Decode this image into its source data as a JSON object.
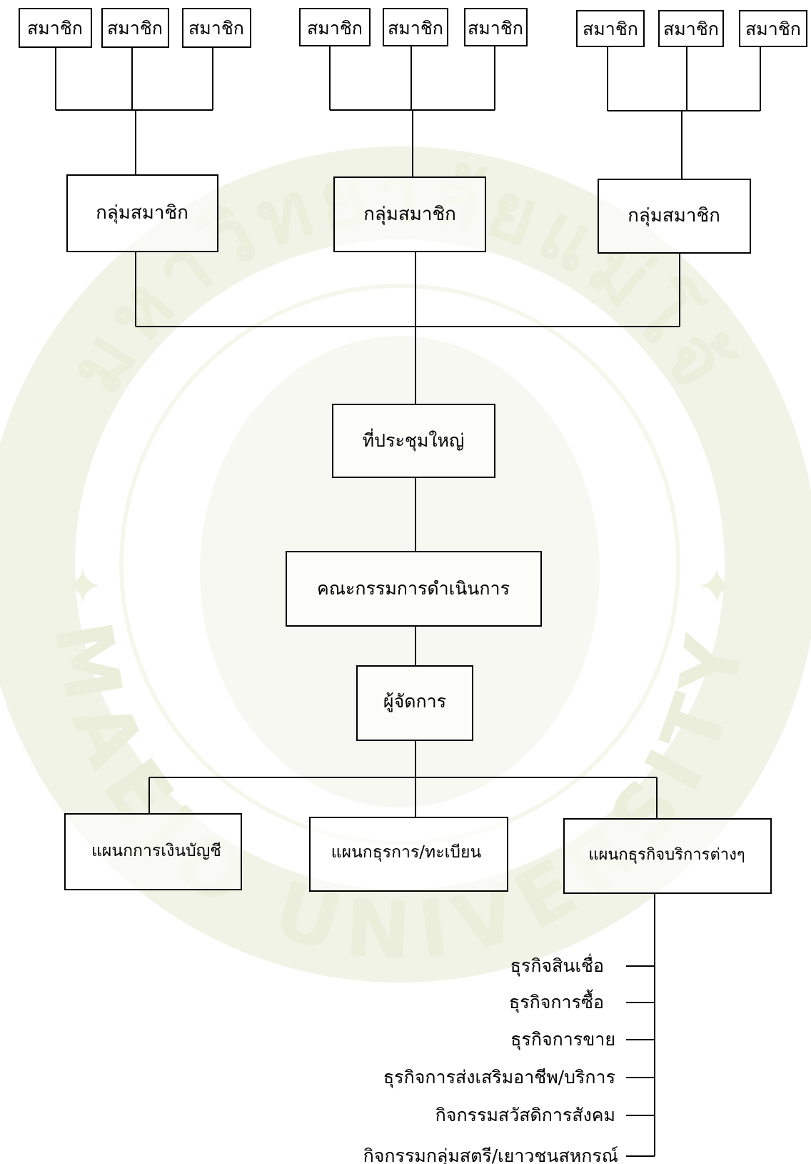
{
  "members": [
    "สมาชิก",
    "สมาชิก",
    "สมาชิก",
    "สมาชิก",
    "สมาชิก",
    "สมาชิก",
    "สมาชิก",
    "สมาชิก",
    "สมาชิก"
  ],
  "groups": [
    "กลุ่มสมาชิก",
    "กลุ่มสมาชิก",
    "กลุ่มสมาชิก"
  ],
  "general_meeting": "ที่ประชุมใหญ่",
  "committee": "คณะกรรมการดำเนินการ",
  "manager": "ผู้จัดการ",
  "departments": [
    "แผนกการเงินบัญชี",
    "แผนกธุรการ/ทะเบียน",
    "แผนกธุรกิจบริการต่างๆ"
  ],
  "business_items": [
    "ธุรกิจสินเชื่อ",
    "ธุรกิจการซื้อ",
    "ธุรกิจการขาย",
    "ธุรกิจการส่งเสริมอาชีพ/บริการ",
    "กิจกรรมสวัสดิการสังคม",
    "กิจกรรมกลุ่มสตรี/เยาวชนสหกรณ์"
  ],
  "watermark": {
    "arc_top": "มหาวิทยาลัยแม่โจ้",
    "arc_bottom": "MAEJO UNIVERSITY",
    "color": "#d4dcb4"
  }
}
